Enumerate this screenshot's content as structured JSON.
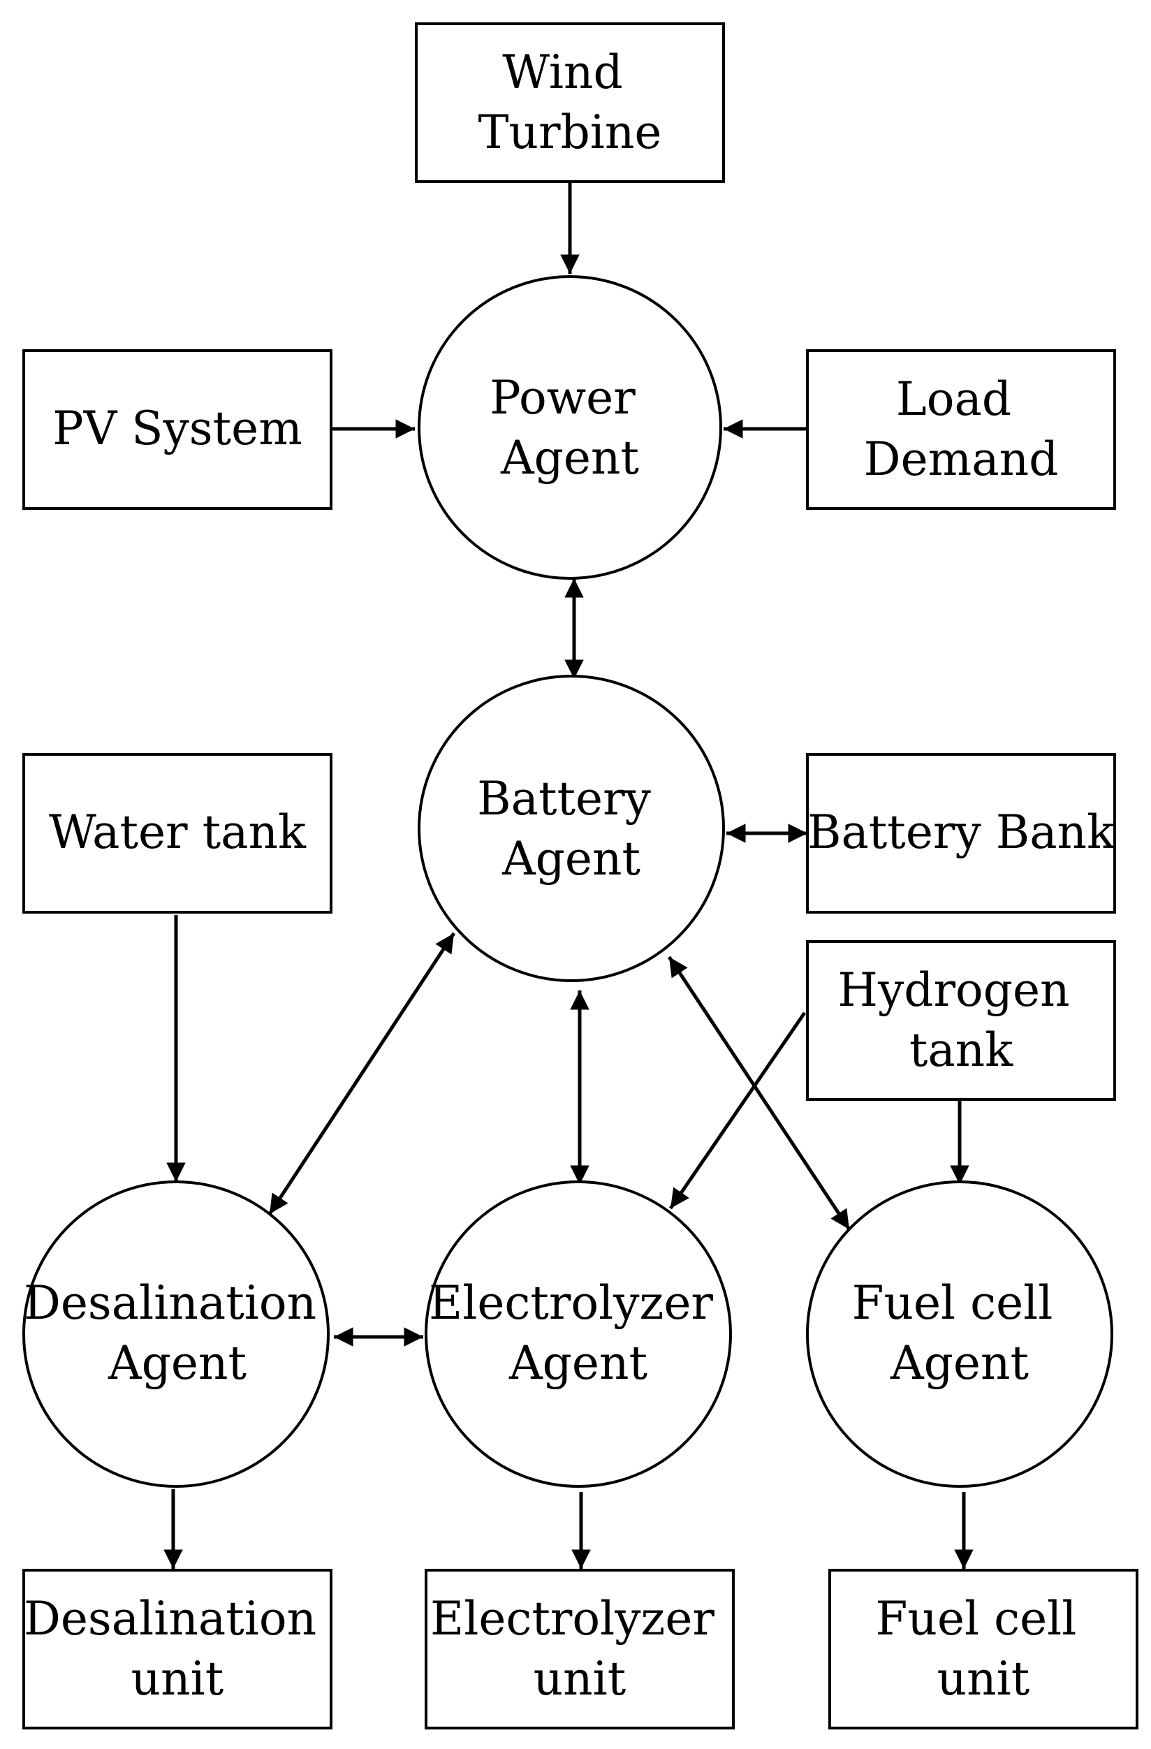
{
  "nodes": {
    "wind_turbine": {
      "kind": "box",
      "lines": [
        "Wind",
        "Turbine"
      ]
    },
    "pv_system": {
      "kind": "box",
      "lines": [
        "PV System"
      ]
    },
    "power_agent": {
      "kind": "circle",
      "lines": [
        "Power",
        "Agent"
      ]
    },
    "load_demand": {
      "kind": "box",
      "lines": [
        "Load",
        "Demand"
      ]
    },
    "water_tank": {
      "kind": "box",
      "lines": [
        "Water tank"
      ]
    },
    "battery_agent": {
      "kind": "circle",
      "lines": [
        "Battery",
        "Agent"
      ]
    },
    "battery_bank": {
      "kind": "box",
      "lines": [
        "Battery Bank"
      ]
    },
    "hydrogen_tank": {
      "kind": "box",
      "lines": [
        "Hydrogen",
        "tank"
      ]
    },
    "desalination_agent": {
      "kind": "circle",
      "lines": [
        "Desalination",
        "Agent"
      ]
    },
    "electrolyzer_agent": {
      "kind": "circle",
      "lines": [
        "Electrolyzer",
        "Agent"
      ]
    },
    "fuel_cell_agent": {
      "kind": "circle",
      "lines": [
        "Fuel cell",
        "Agent"
      ]
    },
    "desalination_unit": {
      "kind": "box",
      "lines": [
        "Desalination",
        "unit"
      ]
    },
    "electrolyzer_unit": {
      "kind": "box",
      "lines": [
        "Electrolyzer",
        "unit"
      ]
    },
    "fuel_cell_unit": {
      "kind": "box",
      "lines": [
        "Fuel cell",
        "unit"
      ]
    }
  },
  "edges": [
    {
      "from": "wind_turbine",
      "to": "power_agent",
      "direction": "one-way"
    },
    {
      "from": "pv_system",
      "to": "power_agent",
      "direction": "one-way"
    },
    {
      "from": "load_demand",
      "to": "power_agent",
      "direction": "one-way"
    },
    {
      "from": "power_agent",
      "to": "battery_agent",
      "direction": "two-way"
    },
    {
      "from": "battery_agent",
      "to": "battery_bank",
      "direction": "two-way"
    },
    {
      "from": "battery_agent",
      "to": "desalination_agent",
      "direction": "two-way"
    },
    {
      "from": "battery_agent",
      "to": "electrolyzer_agent",
      "direction": "two-way"
    },
    {
      "from": "battery_agent",
      "to": "fuel_cell_agent",
      "direction": "two-way"
    },
    {
      "from": "water_tank",
      "to": "desalination_agent",
      "direction": "one-way"
    },
    {
      "from": "hydrogen_tank",
      "to": "electrolyzer_agent",
      "direction": "one-way"
    },
    {
      "from": "hydrogen_tank",
      "to": "fuel_cell_agent",
      "direction": "one-way"
    },
    {
      "from": "desalination_agent",
      "to": "electrolyzer_agent",
      "direction": "two-way"
    },
    {
      "from": "desalination_agent",
      "to": "desalination_unit",
      "direction": "one-way"
    },
    {
      "from": "electrolyzer_agent",
      "to": "electrolyzer_unit",
      "direction": "one-way"
    },
    {
      "from": "fuel_cell_agent",
      "to": "fuel_cell_unit",
      "direction": "one-way"
    }
  ],
  "colors": {
    "stroke": "#000000",
    "fill": "#ffffff",
    "background": "#ffffff"
  }
}
